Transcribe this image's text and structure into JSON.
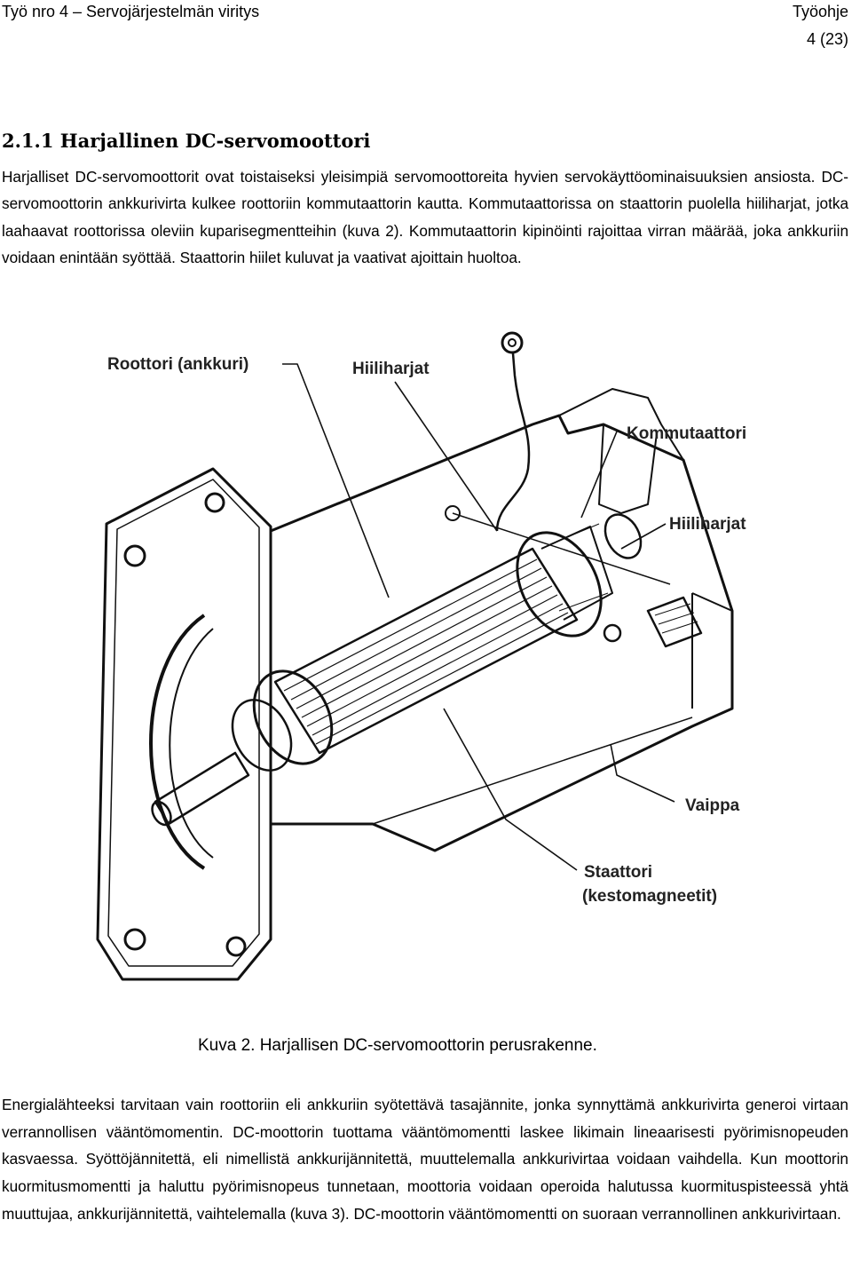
{
  "header": {
    "left": "Työ nro 4 – Servojärjestelmän viritys",
    "right": "Työohje",
    "page": "4 (23)"
  },
  "section": {
    "heading": "2.1.1 Harjallinen DC-servomoottori",
    "paragraph1": "Harjalliset DC-servomoottorit ovat toistaiseksi yleisimpiä servomoottoreita hyvien servokäyttöominaisuuksien ansiosta. DC-servomoottorin ankkurivirta kulkee roottoriin kommutaattorin kautta. Kommutaattorissa on staattorin puolella hiiliharjat, jotka laahaavat roottorissa oleviin kuparisegmentteihin (kuva 2). Kommutaattorin kipinöinti rajoittaa virran määrää, joka ankkuriin voidaan enintään syöttää. Staattorin hiilet kuluvat ja vaativat ajoittain huoltoa.",
    "paragraph2": "Energialähteeksi tarvitaan vain roottoriin eli ankkuriin syötettävä tasajännite, jonka synnyttämä ankkurivirta generoi virtaan verrannollisen vääntömomentin. DC-moottorin tuottama vääntömomentti laskee likimain lineaarisesti pyörimisnopeuden kasvaessa. Syöttöjännitettä, eli nimellistä ankkurijännitettä, muuttelemalla ankkurivirtaa voidaan vaihdella. Kun moottorin kuormitusmomentti ja haluttu pyörimisnopeus tunnetaan, moottoria voidaan operoida halutussa kuormituspisteessä yhtä muuttujaa, ankkurijännitettä, vaihtelemalla (kuva 3). DC-moottorin vääntömomentti on suoraan verrannollinen ankkurivirtaan."
  },
  "figure": {
    "labels": {
      "rotor": "Roottori (ankkuri)",
      "brushes_top": "Hiiliharjat",
      "commutator": "Kommutaattori",
      "brushes_right": "Hiiliharjat",
      "housing": "Vaippa",
      "stator_line1": "Staattori",
      "stator_line2": "(kestomagneetit)"
    },
    "caption": "Kuva 2. Harjallisen DC-servomoottorin perusrakenne."
  }
}
